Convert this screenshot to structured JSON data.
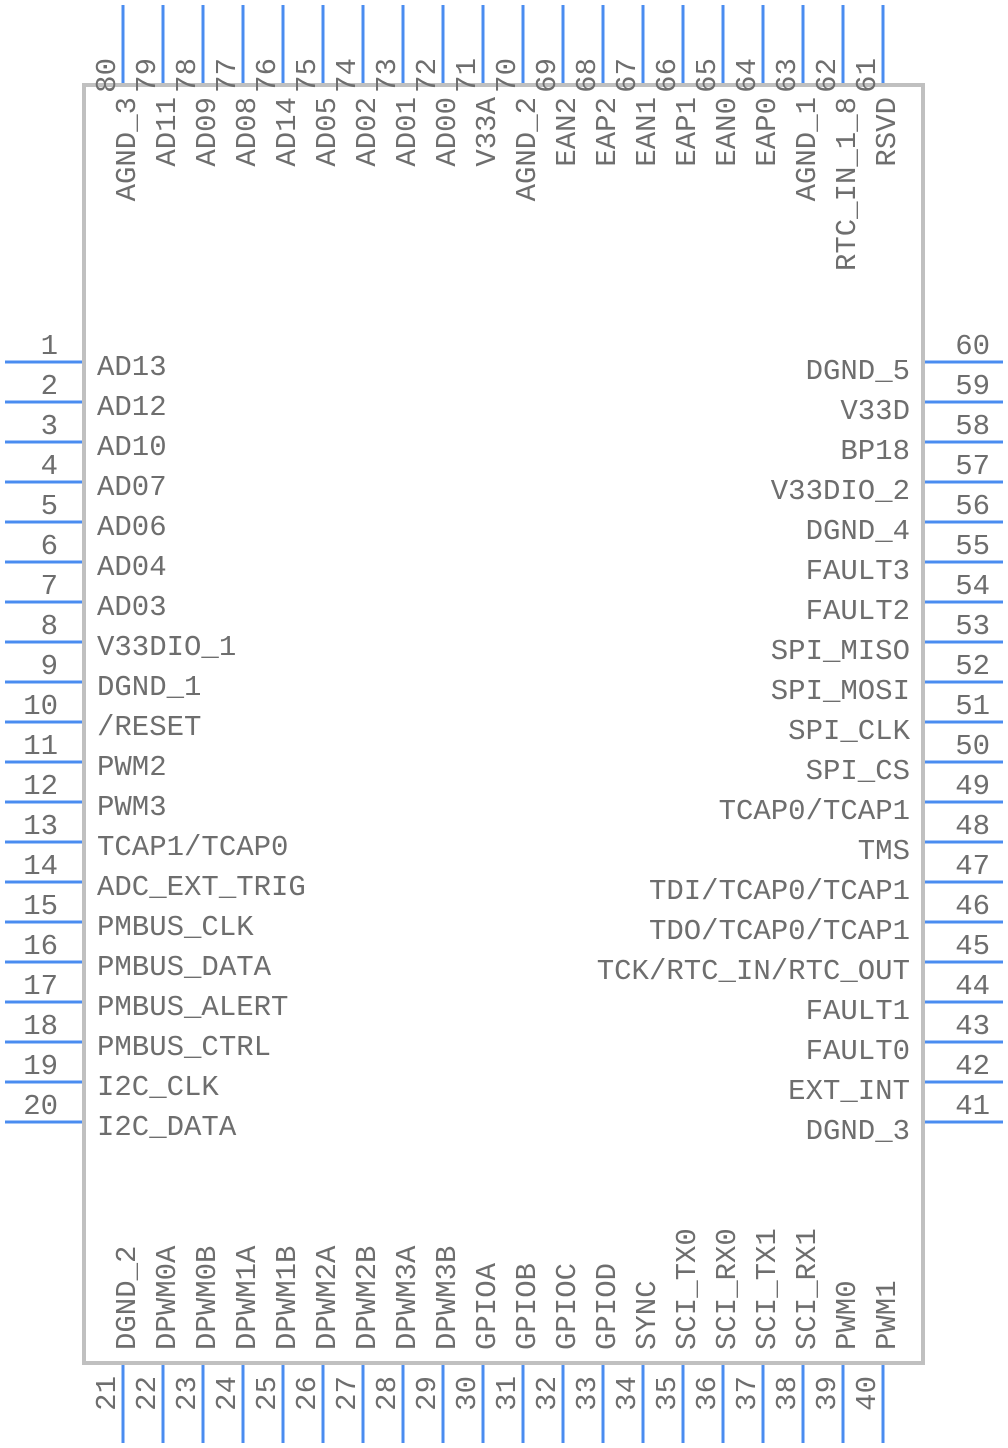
{
  "component": {
    "package": "QFP-80",
    "colors": {
      "pin": "#4a8cf0",
      "outline": "#c0c0c0",
      "text": "#6e6e6e",
      "background": "#ffffff"
    },
    "pins_left": [
      {
        "number": "1",
        "name": "AD13"
      },
      {
        "number": "2",
        "name": "AD12"
      },
      {
        "number": "3",
        "name": "AD10"
      },
      {
        "number": "4",
        "name": "AD07"
      },
      {
        "number": "5",
        "name": "AD06"
      },
      {
        "number": "6",
        "name": "AD04"
      },
      {
        "number": "7",
        "name": "AD03"
      },
      {
        "number": "8",
        "name": "V33DIO_1"
      },
      {
        "number": "9",
        "name": "DGND_1"
      },
      {
        "number": "10",
        "name": "/RESET"
      },
      {
        "number": "11",
        "name": "PWM2"
      },
      {
        "number": "12",
        "name": "PWM3"
      },
      {
        "number": "13",
        "name": "TCAP1/TCAP0"
      },
      {
        "number": "14",
        "name": "ADC_EXT_TRIG"
      },
      {
        "number": "15",
        "name": "PMBUS_CLK"
      },
      {
        "number": "16",
        "name": "PMBUS_DATA"
      },
      {
        "number": "17",
        "name": "PMBUS_ALERT"
      },
      {
        "number": "18",
        "name": "PMBUS_CTRL"
      },
      {
        "number": "19",
        "name": "I2C_CLK"
      },
      {
        "number": "20",
        "name": "I2C_DATA"
      }
    ],
    "pins_bottom": [
      {
        "number": "21",
        "name": "DGND_2"
      },
      {
        "number": "22",
        "name": "DPWM0A"
      },
      {
        "number": "23",
        "name": "DPWM0B"
      },
      {
        "number": "24",
        "name": "DPWM1A"
      },
      {
        "number": "25",
        "name": "DPWM1B"
      },
      {
        "number": "26",
        "name": "DPWM2A"
      },
      {
        "number": "27",
        "name": "DPWM2B"
      },
      {
        "number": "28",
        "name": "DPWM3A"
      },
      {
        "number": "29",
        "name": "DPWM3B"
      },
      {
        "number": "30",
        "name": "GPIOA"
      },
      {
        "number": "31",
        "name": "GPIOB"
      },
      {
        "number": "32",
        "name": "GPIOC"
      },
      {
        "number": "33",
        "name": "GPIOD"
      },
      {
        "number": "34",
        "name": "SYNC"
      },
      {
        "number": "35",
        "name": "SCI_TX0"
      },
      {
        "number": "36",
        "name": "SCI_RX0"
      },
      {
        "number": "37",
        "name": "SCI_TX1"
      },
      {
        "number": "38",
        "name": "SCI_RX1"
      },
      {
        "number": "39",
        "name": "PWM0"
      },
      {
        "number": "40",
        "name": "PWM1"
      }
    ],
    "pins_right": [
      {
        "number": "41",
        "name": "DGND_3"
      },
      {
        "number": "42",
        "name": "EXT_INT"
      },
      {
        "number": "43",
        "name": "FAULT0"
      },
      {
        "number": "44",
        "name": "FAULT1"
      },
      {
        "number": "45",
        "name": "TCK/RTC_IN/RTC_OUT"
      },
      {
        "number": "46",
        "name": "TDO/TCAP0/TCAP1"
      },
      {
        "number": "47",
        "name": "TDI/TCAP0/TCAP1"
      },
      {
        "number": "48",
        "name": "TMS"
      },
      {
        "number": "49",
        "name": "TCAP0/TCAP1"
      },
      {
        "number": "50",
        "name": "SPI_CS"
      },
      {
        "number": "51",
        "name": "SPI_CLK"
      },
      {
        "number": "52",
        "name": "SPI_MOSI"
      },
      {
        "number": "53",
        "name": "SPI_MISO"
      },
      {
        "number": "54",
        "name": "FAULT2"
      },
      {
        "number": "55",
        "name": "FAULT3"
      },
      {
        "number": "56",
        "name": "DGND_4"
      },
      {
        "number": "57",
        "name": "V33DIO_2"
      },
      {
        "number": "58",
        "name": "BP18"
      },
      {
        "number": "59",
        "name": "V33D"
      },
      {
        "number": "60",
        "name": "DGND_5"
      }
    ],
    "pins_top": [
      {
        "number": "61",
        "name": "RSVD"
      },
      {
        "number": "62",
        "name": "RTC_IN_1_8"
      },
      {
        "number": "63",
        "name": "AGND_1"
      },
      {
        "number": "64",
        "name": "EAP0"
      },
      {
        "number": "65",
        "name": "EAN0"
      },
      {
        "number": "66",
        "name": "EAP1"
      },
      {
        "number": "67",
        "name": "EAN1"
      },
      {
        "number": "68",
        "name": "EAP2"
      },
      {
        "number": "69",
        "name": "EAN2"
      },
      {
        "number": "70",
        "name": "AGND_2"
      },
      {
        "number": "71",
        "name": "V33A"
      },
      {
        "number": "72",
        "name": "AD00"
      },
      {
        "number": "73",
        "name": "AD01"
      },
      {
        "number": "74",
        "name": "AD02"
      },
      {
        "number": "75",
        "name": "AD05"
      },
      {
        "number": "76",
        "name": "AD14"
      },
      {
        "number": "77",
        "name": "AD08"
      },
      {
        "number": "78",
        "name": "AD09"
      },
      {
        "number": "79",
        "name": "AD11"
      },
      {
        "number": "80",
        "name": "AGND_3"
      }
    ]
  }
}
